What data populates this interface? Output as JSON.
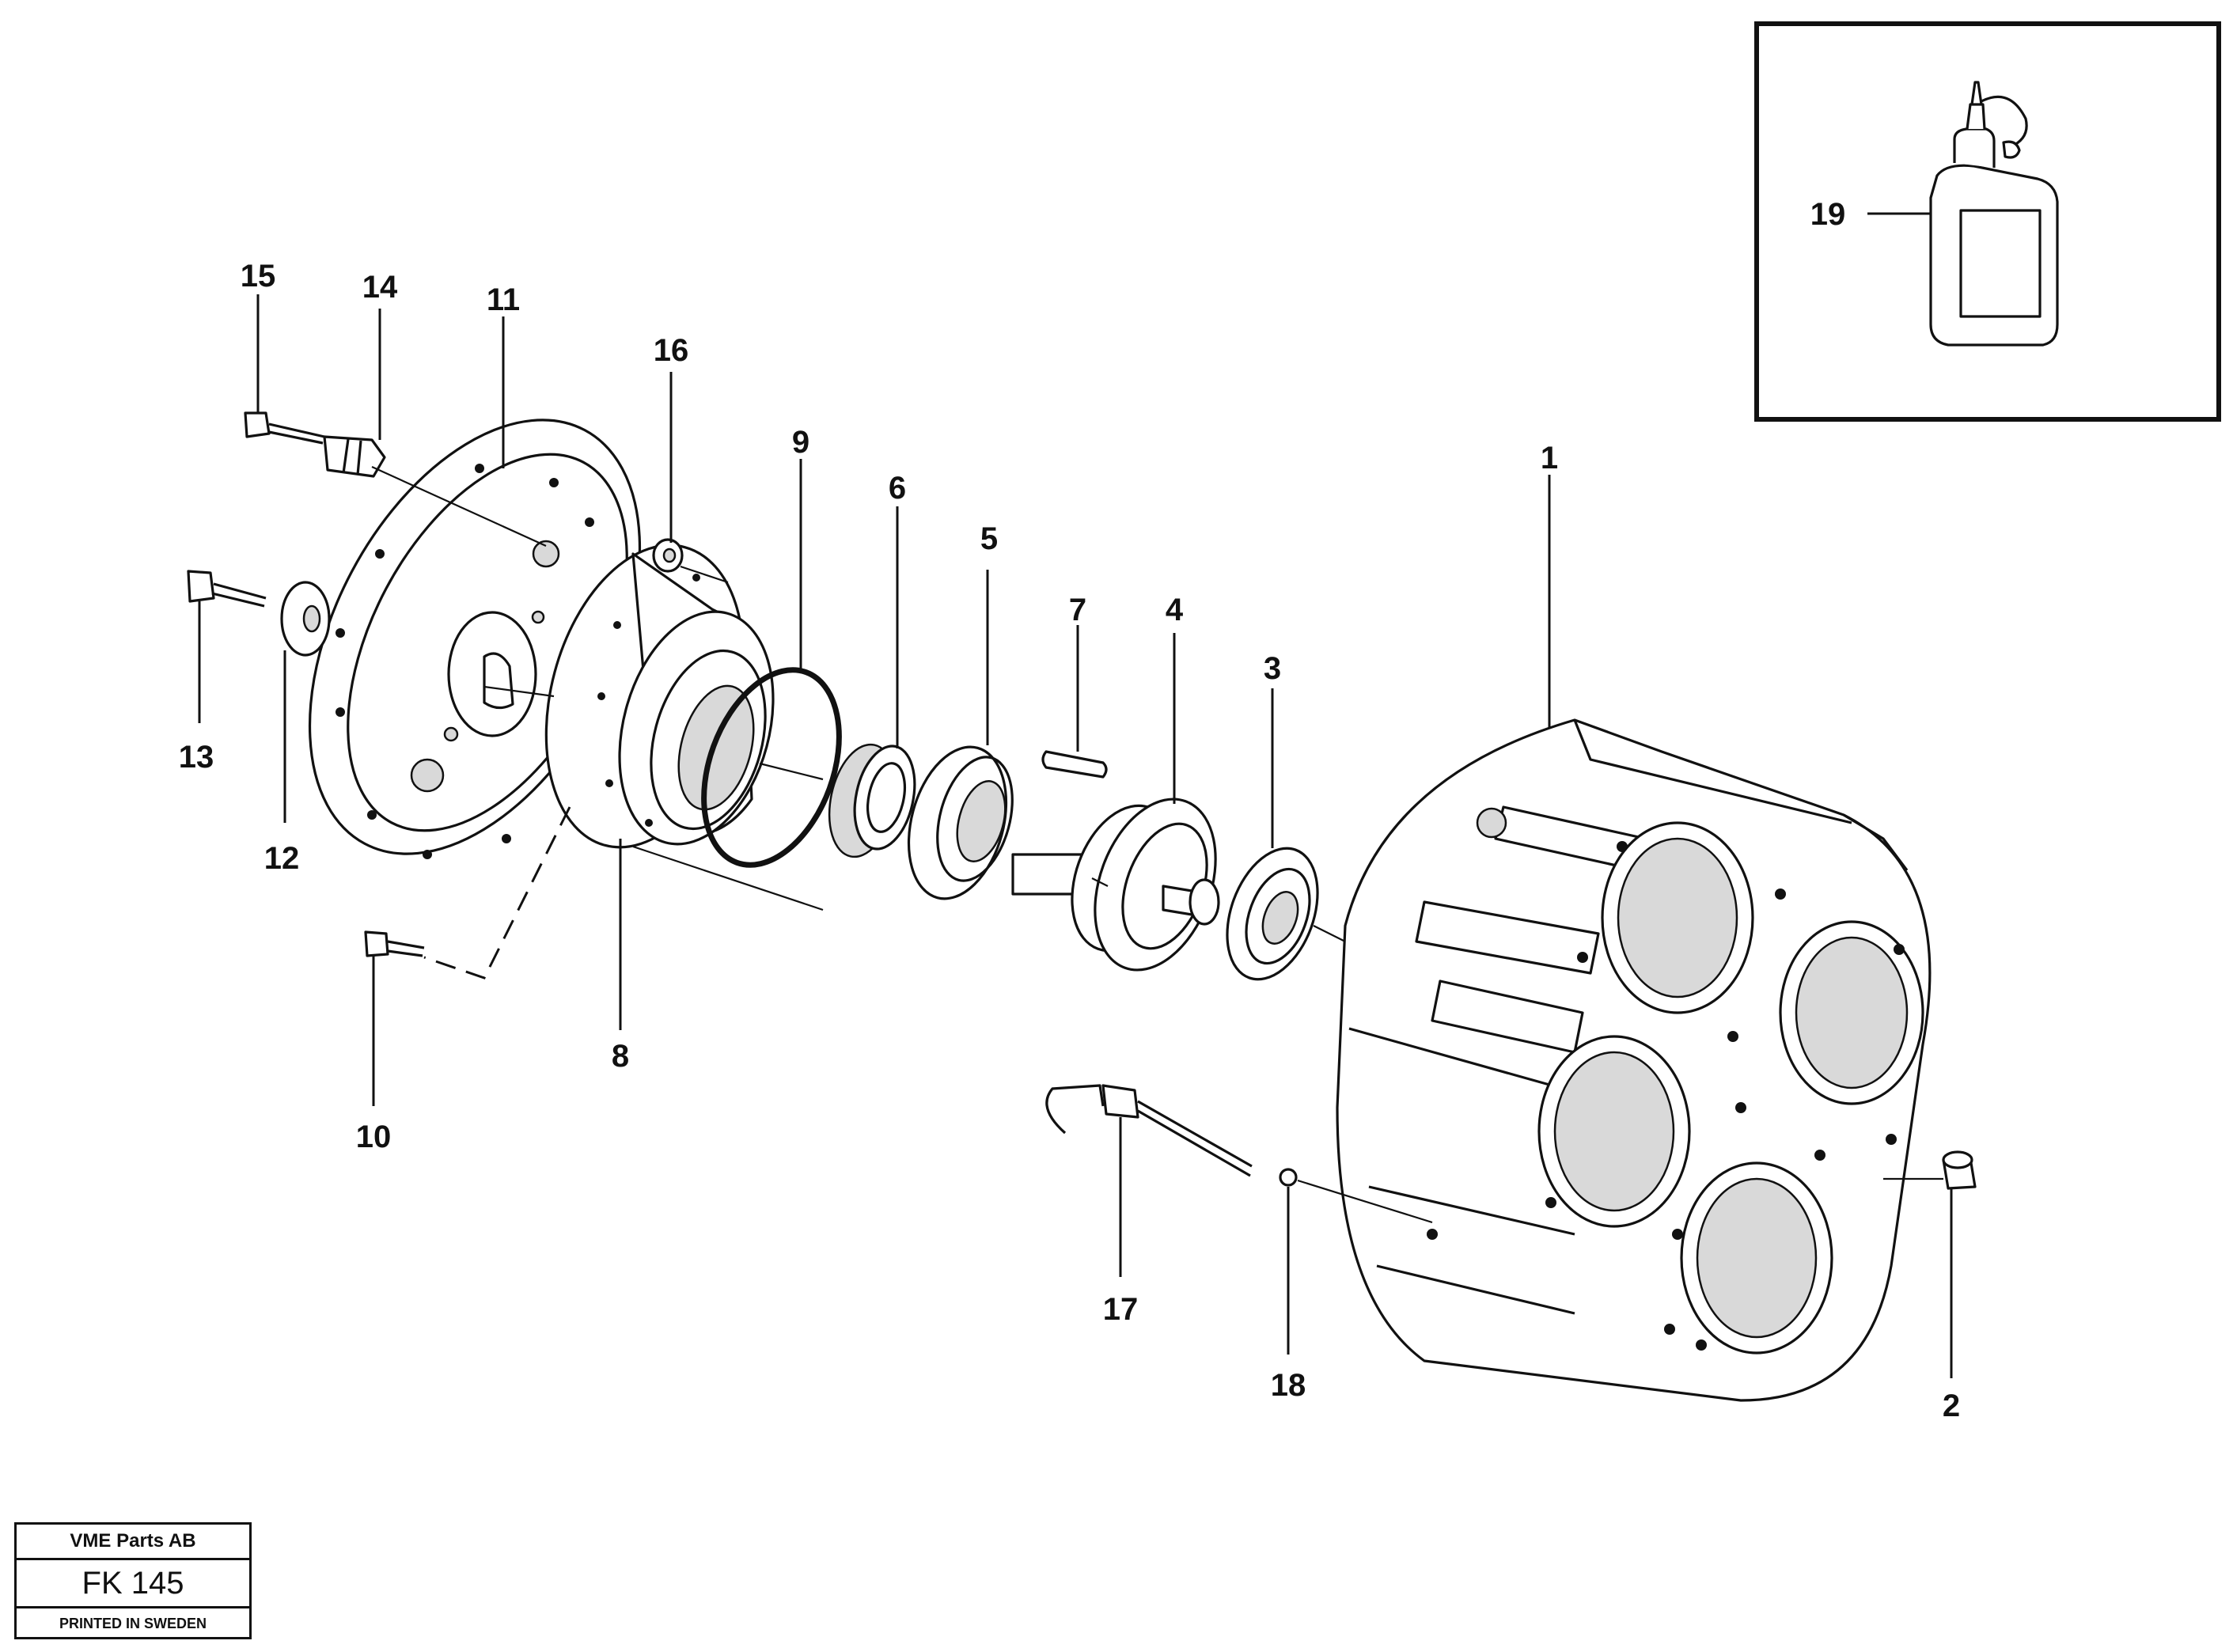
{
  "figure": {
    "callouts": [
      {
        "id": "1",
        "label": "1"
      },
      {
        "id": "2",
        "label": "2"
      },
      {
        "id": "3",
        "label": "3"
      },
      {
        "id": "4",
        "label": "4"
      },
      {
        "id": "5",
        "label": "5"
      },
      {
        "id": "6",
        "label": "6"
      },
      {
        "id": "7",
        "label": "7"
      },
      {
        "id": "8",
        "label": "8"
      },
      {
        "id": "9",
        "label": "9"
      },
      {
        "id": "10",
        "label": "10"
      },
      {
        "id": "11",
        "label": "11"
      },
      {
        "id": "12",
        "label": "12"
      },
      {
        "id": "13",
        "label": "13"
      },
      {
        "id": "14",
        "label": "14"
      },
      {
        "id": "15",
        "label": "15"
      },
      {
        "id": "16",
        "label": "16"
      },
      {
        "id": "17",
        "label": "17"
      },
      {
        "id": "18",
        "label": "18"
      },
      {
        "id": "19",
        "label": "19"
      }
    ]
  },
  "stamp": {
    "company": "VME Parts AB",
    "code": "FK 145",
    "printed": "PRINTED IN SWEDEN"
  }
}
